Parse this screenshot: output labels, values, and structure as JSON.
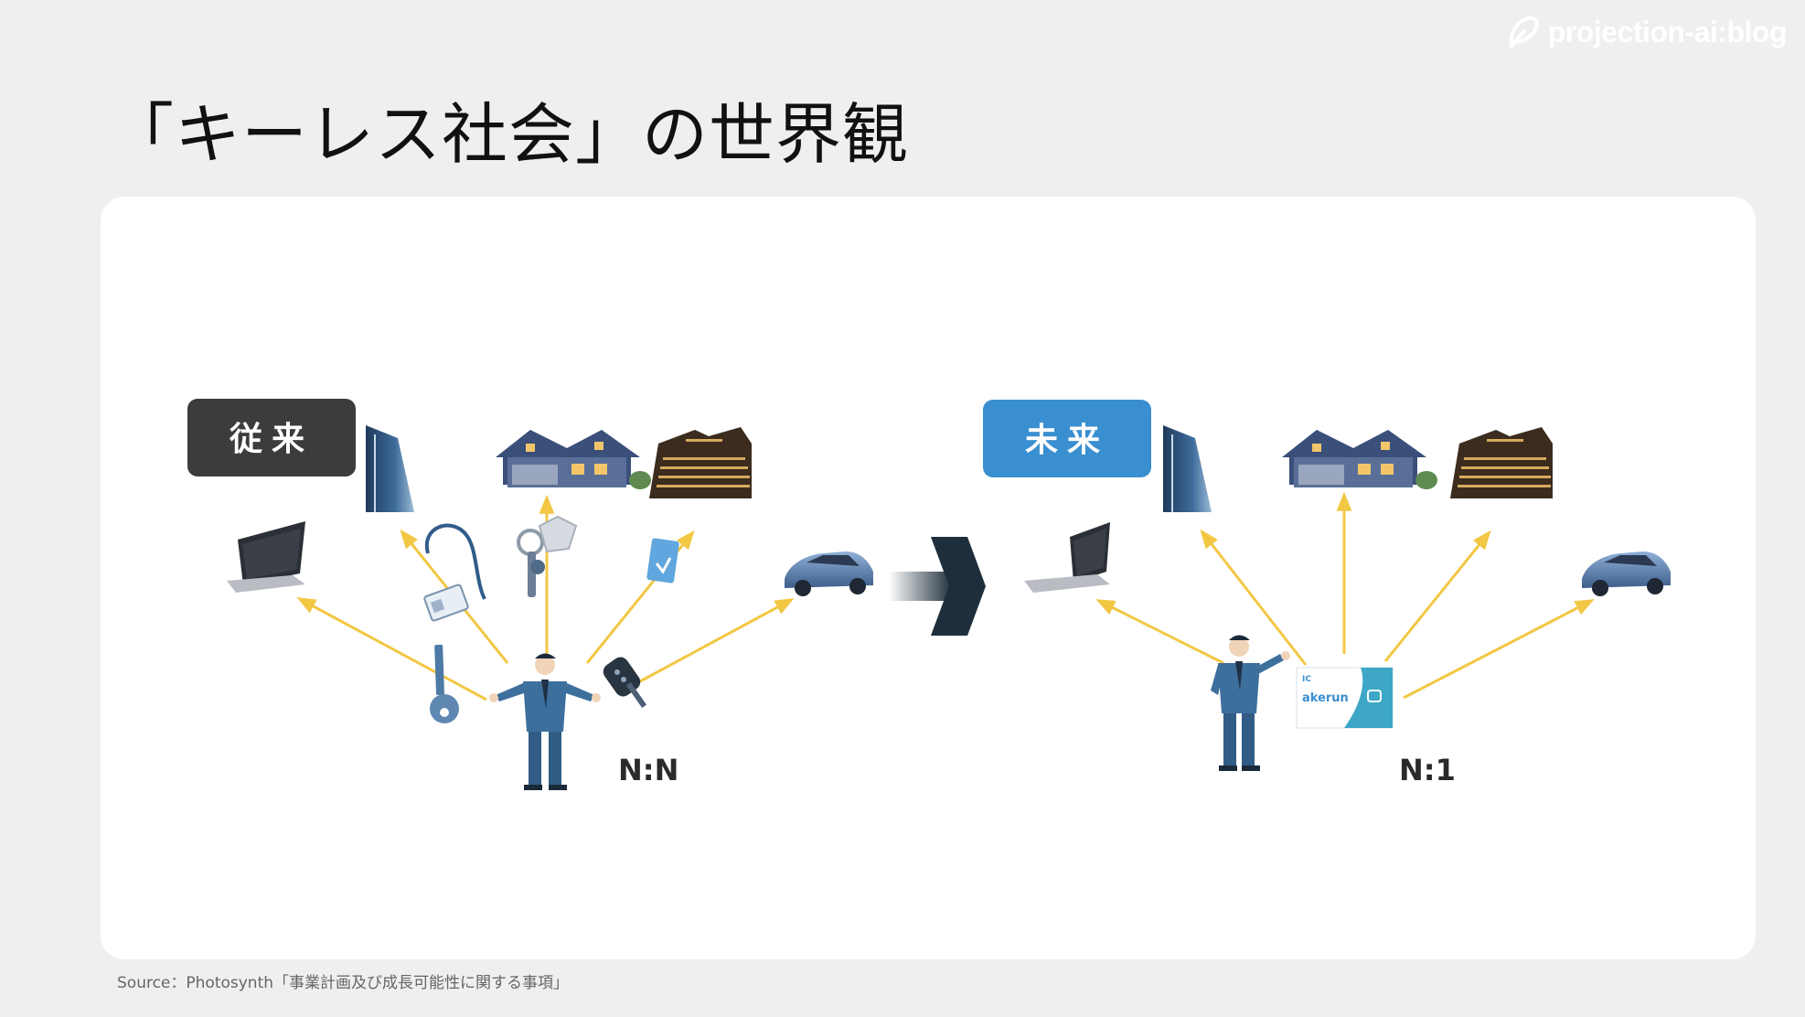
{
  "brand": {
    "text": "projection-ai:blog",
    "icon": "leaf-logo-icon"
  },
  "title": "「キーレス社会」の世界観",
  "diagram": {
    "left_badge": "従来",
    "right_badge": "未来",
    "left_ratio": "N:N",
    "right_ratio": "N:1",
    "card_text": "akerun",
    "card_ic": "IC",
    "colors": {
      "arrow": "#f2c744",
      "left_badge": "#3c3c3c",
      "right_badge": "#3a8fd0",
      "person": "#3d6f9d",
      "card": "#3ea7c7"
    }
  },
  "source": "Source：Photosynth「事業計画及び成長可能性に関する事項」"
}
